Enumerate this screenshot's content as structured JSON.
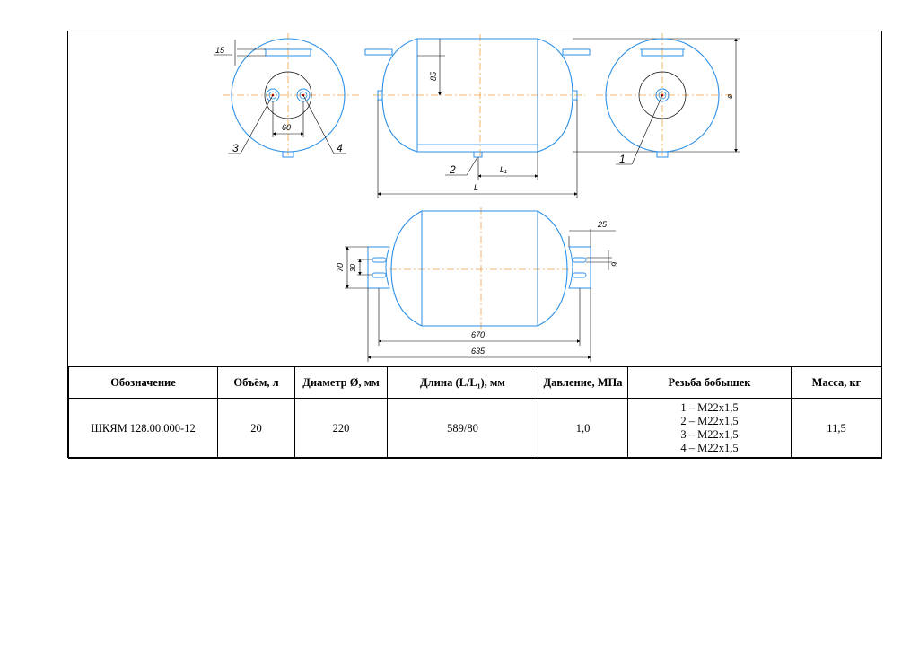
{
  "drawing": {
    "callouts": [
      "1",
      "2",
      "3",
      "4"
    ],
    "dimensions": {
      "d15": "15",
      "d85": "85",
      "d60": "60",
      "diameter": "ø",
      "l1": "L₁",
      "l": "L",
      "d25": "25",
      "d70": "70",
      "d30": "30",
      "d9": "9",
      "d670": "670",
      "d635": "635"
    },
    "colors": {
      "outline": "#2b8fe6",
      "centerline": "#f0a040",
      "dimension": "#000000"
    }
  },
  "table": {
    "headers": [
      "Обозначение",
      "Объём, л",
      "Диаметр Ø, мм",
      "Длина (L/L₁), мм",
      "Давление, МПа",
      "Резьба бобышек",
      "Масса, кг"
    ],
    "row": {
      "designation": "ШКЯМ 128.00.000-12",
      "volume": "20",
      "diameter": "220",
      "length": "589/80",
      "pressure": "1,0",
      "threads": [
        "1 – М22х1,5",
        "2 – М22х1,5",
        "3 – М22х1,5",
        "4 – М22х1,5"
      ],
      "mass": "11,5"
    }
  }
}
